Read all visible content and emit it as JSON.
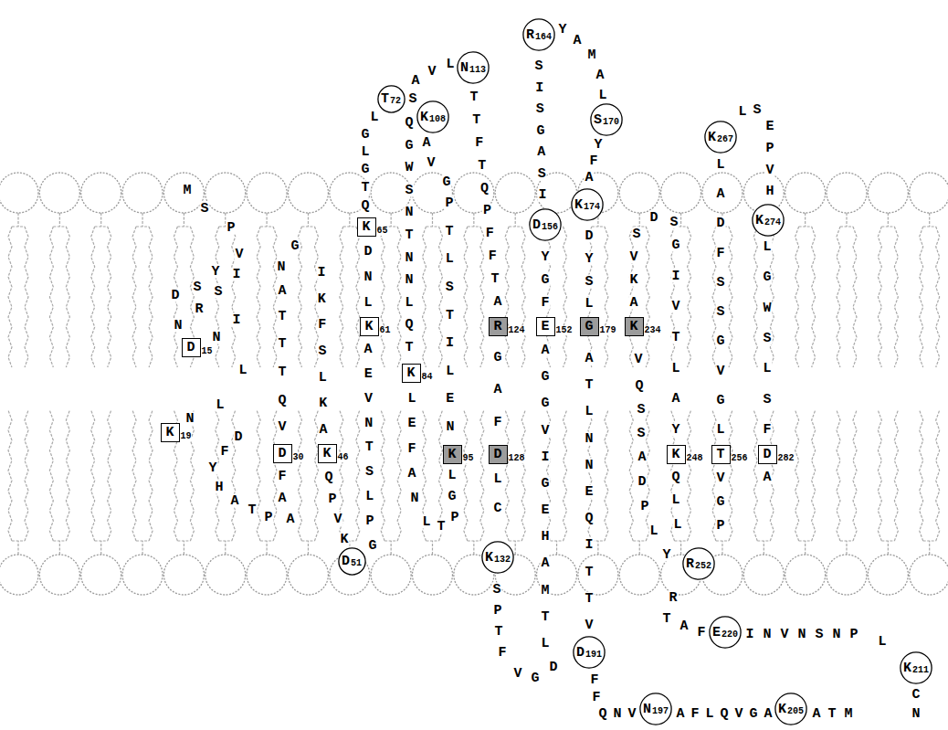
{
  "diagram": {
    "nodes": [
      {
        "text": [
          "D",
          "15"
        ]
      },
      {
        "text": [
          "K",
          "19"
        ]
      },
      {
        "text": [
          "D",
          "30"
        ]
      },
      {
        "text": [
          "K",
          "46"
        ]
      },
      {
        "text": [
          "D",
          "51"
        ]
      },
      {
        "text": [
          "K",
          "61"
        ]
      },
      {
        "text": [
          "K",
          "65"
        ]
      },
      {
        "text": [
          "T",
          "72"
        ]
      },
      {
        "text": [
          "K",
          "84"
        ]
      },
      {
        "text": [
          "K",
          "95"
        ]
      },
      {
        "text": [
          "K",
          "108"
        ]
      },
      {
        "text": [
          "N",
          "113"
        ]
      },
      {
        "text": [
          "R",
          "124"
        ]
      },
      {
        "text": [
          "D",
          "128"
        ]
      },
      {
        "text": [
          "K",
          "132"
        ]
      },
      {
        "text": [
          "E",
          "152"
        ]
      },
      {
        "text": [
          "D",
          "156"
        ]
      },
      {
        "text": [
          "R",
          "164"
        ]
      },
      {
        "text": [
          "S",
          "170"
        ]
      },
      {
        "text": [
          "K",
          "174"
        ]
      },
      {
        "text": [
          "G",
          "179"
        ]
      },
      {
        "text": [
          "D",
          "191"
        ]
      },
      {
        "text": [
          "N",
          "197"
        ]
      },
      {
        "text": [
          "K",
          "205"
        ]
      },
      {
        "text": [
          "K",
          "211"
        ]
      },
      {
        "text": [
          "E",
          "220"
        ]
      },
      {
        "text": [
          "K",
          "234"
        ]
      },
      {
        "text": [
          "K",
          "248"
        ]
      },
      {
        "text": [
          "R",
          "252"
        ]
      },
      {
        "text": [
          "T",
          "256"
        ]
      },
      {
        "text": [
          "K",
          "267"
        ]
      },
      {
        "text": [
          "K",
          "274"
        ]
      },
      {
        "text": [
          "D",
          "282"
        ]
      }
    ],
    "labels": [
      "M",
      "S",
      "P",
      "V",
      "I",
      "Y",
      "S",
      "S",
      "D",
      "R",
      "N",
      "I",
      "N",
      "L",
      "L",
      "N",
      "D",
      "F",
      "Y",
      "H",
      "A",
      "T",
      "P",
      "A",
      "A",
      "F",
      "V",
      "Q",
      "T",
      "T",
      "T",
      "A",
      "N",
      "G",
      "I",
      "K",
      "F",
      "S",
      "L",
      "K",
      "A",
      "Q",
      "P",
      "V",
      "K",
      "G",
      "P",
      "L",
      "S",
      "T",
      "N",
      "V",
      "E",
      "A",
      "L",
      "N",
      "D",
      "Q",
      "T",
      "G",
      "L",
      "G",
      "L",
      "Q",
      "G",
      "W",
      "S",
      "N",
      "T",
      "N",
      "N",
      "L",
      "Q",
      "T",
      "L",
      "E",
      "F",
      "A",
      "N",
      "L",
      "T",
      "P",
      "G",
      "L",
      "N",
      "E",
      "L",
      "I",
      "T",
      "S",
      "L",
      "T",
      "P",
      "G",
      "V",
      "A",
      "S",
      "A",
      "V",
      "L",
      "T",
      "T",
      "F",
      "T",
      "Q",
      "P",
      "F",
      "F",
      "T",
      "A",
      "G",
      "A",
      "F",
      "L",
      "C",
      "S",
      "P",
      "T",
      "F",
      "V",
      "G",
      "D",
      "L",
      "T",
      "M",
      "A",
      "H",
      "E",
      "G",
      "I",
      "V",
      "G",
      "G",
      "A",
      "F",
      "G",
      "Y",
      "I",
      "S",
      "A",
      "G",
      "S",
      "I",
      "S",
      "Y",
      "A",
      "M",
      "A",
      "L",
      "Y",
      "F",
      "A",
      "D",
      "Y",
      "S",
      "L",
      "A",
      "T",
      "L",
      "N",
      "N",
      "E",
      "Q",
      "I",
      "T",
      "T",
      "V",
      "F",
      "F",
      "Q",
      "N",
      "V",
      "A",
      "F",
      "L",
      "Q",
      "V",
      "G",
      "A",
      "A",
      "T",
      "M",
      "N",
      "C",
      "L",
      "P",
      "N",
      "S",
      "N",
      "V",
      "N",
      "I",
      "F",
      "A",
      "T",
      "R",
      "Y",
      "L",
      "P",
      "D",
      "A",
      "S",
      "S",
      "Q",
      "V",
      "A",
      "K",
      "V",
      "S",
      "D",
      "S",
      "G",
      "I",
      "V",
      "T",
      "L",
      "A",
      "Y",
      "Q",
      "L",
      "L",
      "P",
      "G",
      "V",
      "L",
      "G",
      "V",
      "G",
      "S",
      "S",
      "F",
      "D",
      "A",
      "L",
      "L",
      "S",
      "E",
      "P",
      "V",
      "H",
      "L",
      "G",
      "W",
      "S",
      "L",
      "S",
      "F",
      "A"
    ]
  }
}
